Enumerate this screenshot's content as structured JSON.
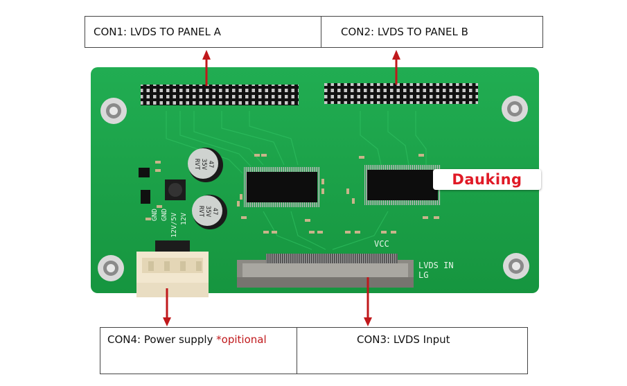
{
  "top_labels": {
    "con1": "CON1: LVDS TO PANEL A",
    "con2": "CON2: LVDS TO PANEL B"
  },
  "bottom_labels": {
    "con4_text": "CON4: Power supply ",
    "con4_optional": "*opitional",
    "con3": "CON3: LVDS Input"
  },
  "board": {
    "brand": "Dauking",
    "vcc_label": "VCC",
    "lvds_in_label": "LVDS IN",
    "lg_label": "LG",
    "con4_pins": [
      "GND",
      "GND",
      "12V/5V",
      "12V"
    ],
    "cap_top": "47\n35V\nRVT",
    "cap_bottom": "47\n35V\nRVT"
  },
  "colors": {
    "pcb": "#1ca34a",
    "arrow": "#c0181b",
    "chip": "#0d0d0d",
    "brand_red": "#e01a26"
  }
}
